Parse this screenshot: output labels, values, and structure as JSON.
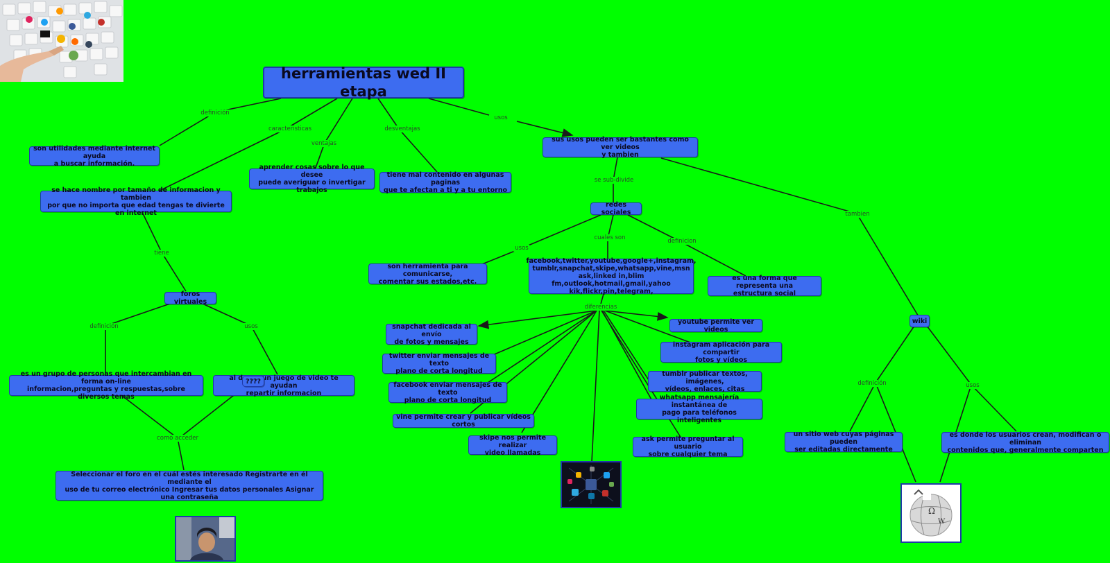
{
  "title": "herramientas wed II etapa",
  "nodes": {
    "definicion_text": "son utilidades mediante internet ayuda\na buscar información.",
    "caracteristicas_text": "se hace nombre por tamaño de informacion y tambien\npor que no importa que edad tengas te divierte en internet",
    "ventajas_text": "aprender cosas sobre lo que desee\npuede averiguar o invertigar trabajos",
    "desventajas_text": "tiene mal contenido en algunas paginas\nque te afectan a ti y a tu entorno",
    "usos_text": "sus usos pueden ser bastantes como ver videos\ny tambien",
    "foros": "foros virtuales",
    "foros_def": "es un grupo de personas que intercambian en forma on-line\ninformacion,preguntas y respuestas,sobre diversos temas",
    "foros_usos": "al desco      un juego de video te ayudan\nrepartir informacion",
    "foros_usos_badge": "????",
    "foros_acceso": "Seleccionar el foro en el cuál estés interesado Registrarte en él mediante el\nuso de tu correo electrónico Ingresar tus datos personales Asignar una contraseña",
    "redes": "redes sociales",
    "redes_usos": "son herramienta para comunicarse,\ncomentar sus estados,etc.",
    "redes_cuales": "facebook,twitter,youtube,google+,instagram,\ntumblr,snapchat,skipe,whatsapp,vine,msn\nask,linked in,blim fm,outlook,hotmail,gmail,yahoo\nkik,flickr,pin,telegram,",
    "redes_def": "es una forma que representa una\nestructura social",
    "snapchat": "snapchat dedicada al envío\nde fotos y mensajes",
    "twitter": "twitter  enviar mensajes de texto\nplano de corta longitud",
    "facebook": "facebook  enviar mensajes de texto\nplano de corta longitud",
    "vine": "vine permite crear y publicar vídeos cortos",
    "skipe": "skipe nos permite realizar\nvideo llamadas",
    "youtube": "youtube permite ver videos",
    "instagram": "instagram aplicación para compartir\nfotos y vídeos",
    "tumblr": "tumblr publicar textos, imágenes,\nvídeos, enlaces, citas",
    "whatsapp": "whatsapp  mensajería instantánea de\npago para teléfonos inteligentes",
    "ask": "ask permite preguntar al usuario\nsobre cualquier tema",
    "wiki": "wiki",
    "wiki_def": "un sitio web cuyas páginas pueden\nser editadas directamente",
    "wiki_usos": "es donde los usuarios crean, modifican o eliminan\ncontenidos que, generalmente comparten"
  },
  "links": {
    "definicion": "definición",
    "caracteristicas": "caracteristicas",
    "ventajas": "ventajas",
    "desventajas": "desventajas",
    "usos": "usos",
    "tiene": "tiene",
    "foros_definicion": "definición",
    "foros_usos": "usos",
    "como_acceder": "como acceder",
    "se_subdivide": "se sub-divide",
    "tambien": "tambien",
    "redes_usos": "usos",
    "cuales_son": "cuales son",
    "redes_definicion": "definicion",
    "diferencias": "diferencias",
    "wiki_definicion": "definición",
    "wiki_usos": "usos"
  },
  "images": {
    "keyboard": "keyboard-social-icons-image",
    "social_network": "social-network-icons-image",
    "wikipedia": "wikipedia-globe-image",
    "person": "webcam-person-image"
  },
  "colors": {
    "background": "#00ff00",
    "node_fill": "#3d6cf0",
    "node_border": "#1f3aa8",
    "line": "#1a1a1a"
  }
}
